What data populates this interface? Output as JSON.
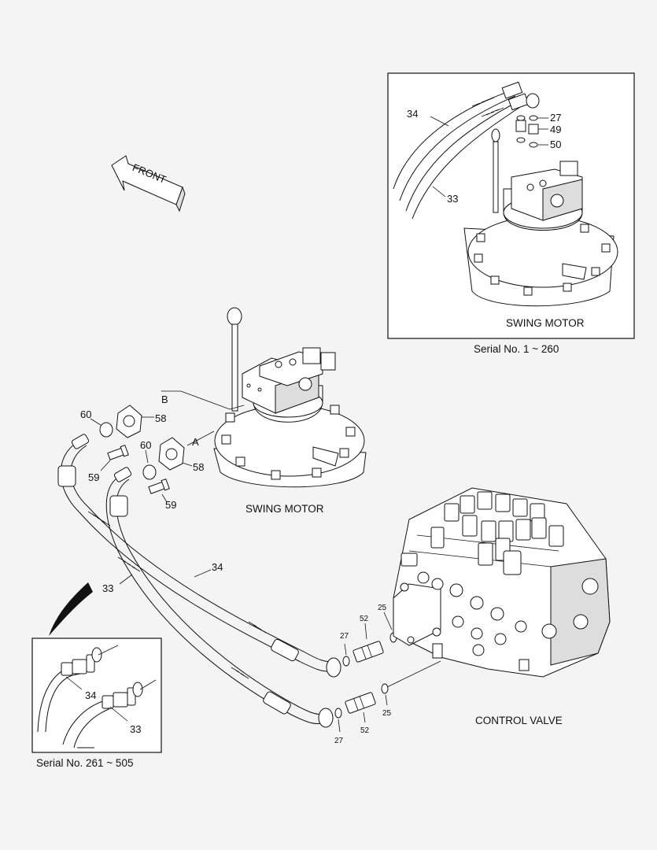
{
  "labels": {
    "front": "FRONT",
    "swing_motor_main": "SWING MOTOR",
    "swing_motor_inset": "SWING MOTOR",
    "control_valve": "CONTROL VALVE",
    "serial_top": "Serial No. 1 ~ 260",
    "serial_bottom": "Serial No. 261 ~ 505",
    "port_a": "A",
    "port_b": "B"
  },
  "callouts": {
    "inset_34": "34",
    "inset_27": "27",
    "inset_49": "49",
    "inset_50": "50",
    "inset_33": "33",
    "c60a": "60",
    "c58a": "58",
    "c59a": "59",
    "c60b": "60",
    "c58b": "58",
    "c59b": "59",
    "c34": "34",
    "c33": "33",
    "c27a": "27",
    "c52a": "52",
    "c25a": "25",
    "c27b": "27",
    "c52b": "52",
    "c25b": "25",
    "inset2_34": "34",
    "inset2_33": "33"
  }
}
